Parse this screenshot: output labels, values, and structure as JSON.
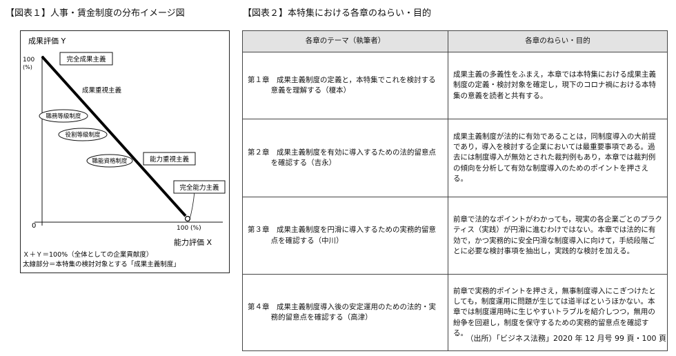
{
  "figure1": {
    "title": "【図表１】人事・賃金制度の分布イメージ図",
    "y_axis_label": "成果評価 Y",
    "y_max_label": "100",
    "y_unit": "(%)",
    "origin_label": "0",
    "x_max_label": "100 (%)",
    "x_axis_label": "能力評価 X",
    "labels": {
      "full_performance": "完全成果主義",
      "performance_weighted": "成果重視主義",
      "job_grade": "職務等級制度",
      "role_grade": "役割等級制度",
      "skill_qualification": "職能資格制度",
      "ability_weighted": "能力重視主義",
      "full_ability": "完全能力主義"
    },
    "note_1": "Ｘ＋Ｙ＝100%（全体としての企業貢献度）",
    "note_2": "太線部分＝本特集の検討対象とする「成果主義制度」"
  },
  "figure2": {
    "title": "【図表２】本特集における各章のねらい・目的",
    "headers": [
      "各章のテーマ（執筆者）",
      "各章のねらい・目的"
    ],
    "rows": [
      {
        "theme": "第１章　成果主義制度の定義と，本特集でこれを検討する意義を理解する（榎本）",
        "aim": "成果主義の多義性をふまえ，本章では本特集における成果主義制度の定義・検討対象を確定し，現下のコロナ禍における本特集の意義を読者と共有する。"
      },
      {
        "theme": "第２章　成果主義制度を有効に導入するための法的留意点を確認する（吉永）",
        "aim": "成果主義制度が法的に有効であることは，同制度導入の大前提であり，導入を検討する企業においては最重要事項である。過去には制度導入が無効とされた裁判例もあり，本章では裁判例の傾向を分析して有効な制度導入のためのポイントを押さえる。"
      },
      {
        "theme": "第３章　成果主義制度を円滑に導入するための実務的留意点を確認する（中川）",
        "aim": "前章で法的なポイントがわかっても，現実の各企業ごとのプラクティス（実践）が円滑に進むわけではない。本章では法的に有効で，かつ実務的に安全円滑な制度導入に向けて，手続段階ごとに必要な検討事項を抽出し，実践的な検討を加える。"
      },
      {
        "theme": "第４章　成果主義制度導入後の安定運用のための法的・実務的留意点を確認する（高津）",
        "aim": "前章で実務的ポイントを押さえ，無事制度導入にこぎつけたとしても，制度運用に問題が生じては道半ばというほかない。本章では制度運用時に生じやすいトラブルを紹介しつつ，無用の紛争を回避し，制度を保守するための実務的留意点を確認する。"
      }
    ]
  },
  "source": "（出所）「ビジネス法務」2020 年 12 月号 99 頁・100 頁"
}
